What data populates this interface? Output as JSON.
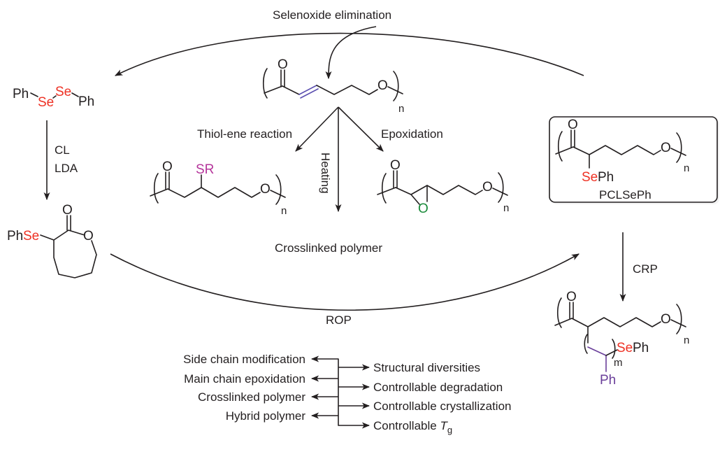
{
  "diagram": {
    "colors": {
      "selenium": "#ee3124",
      "thiol_sr": "#b5359b",
      "epoxide_oxygen": "#1a8a3a",
      "double_bond": "#5b4fb0",
      "styrene_chain": "#6a3f9a",
      "ink": "#231f20"
    },
    "top_arc_label": "Selenoxide elimination",
    "bottom_arc_label": "ROP",
    "crosslinked_label": "Crosslinked polymer",
    "reactions": {
      "thiol_ene": "Thiol-ene reaction",
      "heating": "Heating",
      "epoxidation": "Epoxidation"
    },
    "left_steps": {
      "reagent1": "CL",
      "reagent2": "LDA"
    },
    "right_steps": {
      "reagent": "CRP"
    },
    "molecules": {
      "diphenyl_diselenide": {
        "ph_left": "Ph",
        "se1": "Se",
        "se2": "Se",
        "ph_right": "Ph"
      },
      "monomer": {
        "ph": "Ph",
        "se": "Se",
        "carbonyl_o": "O",
        "ring_o": "O"
      },
      "unsaturated_polymer": {
        "o_top": "O",
        "o_chain": "O",
        "n": "n"
      },
      "thiol_product": {
        "o_top": "O",
        "sr": "SR",
        "o_chain": "O",
        "n": "n"
      },
      "epoxide_product": {
        "o_top": "O",
        "o_epoxide": "O",
        "o_chain": "O",
        "n": "n"
      },
      "pclseph": {
        "o_top": "O",
        "se": "Se",
        "ph": "Ph",
        "o_chain": "O",
        "n": "n",
        "name": "PCLSePh"
      },
      "graft_polymer": {
        "o_top": "O",
        "o_chain": "O",
        "n": "n",
        "se": "Se",
        "ph_end": "Ph",
        "m": "m",
        "ph_side": "Ph"
      }
    },
    "applications_left": [
      "Side chain modification",
      "Main chain epoxidation",
      "Crosslinked polymer",
      "Hybrid polymer"
    ],
    "properties_right": [
      "Structural diversities",
      "Controllable degradation",
      "Controllable crystallization",
      "Controllable "
    ],
    "tg": {
      "T": "T",
      "g": "g"
    }
  }
}
